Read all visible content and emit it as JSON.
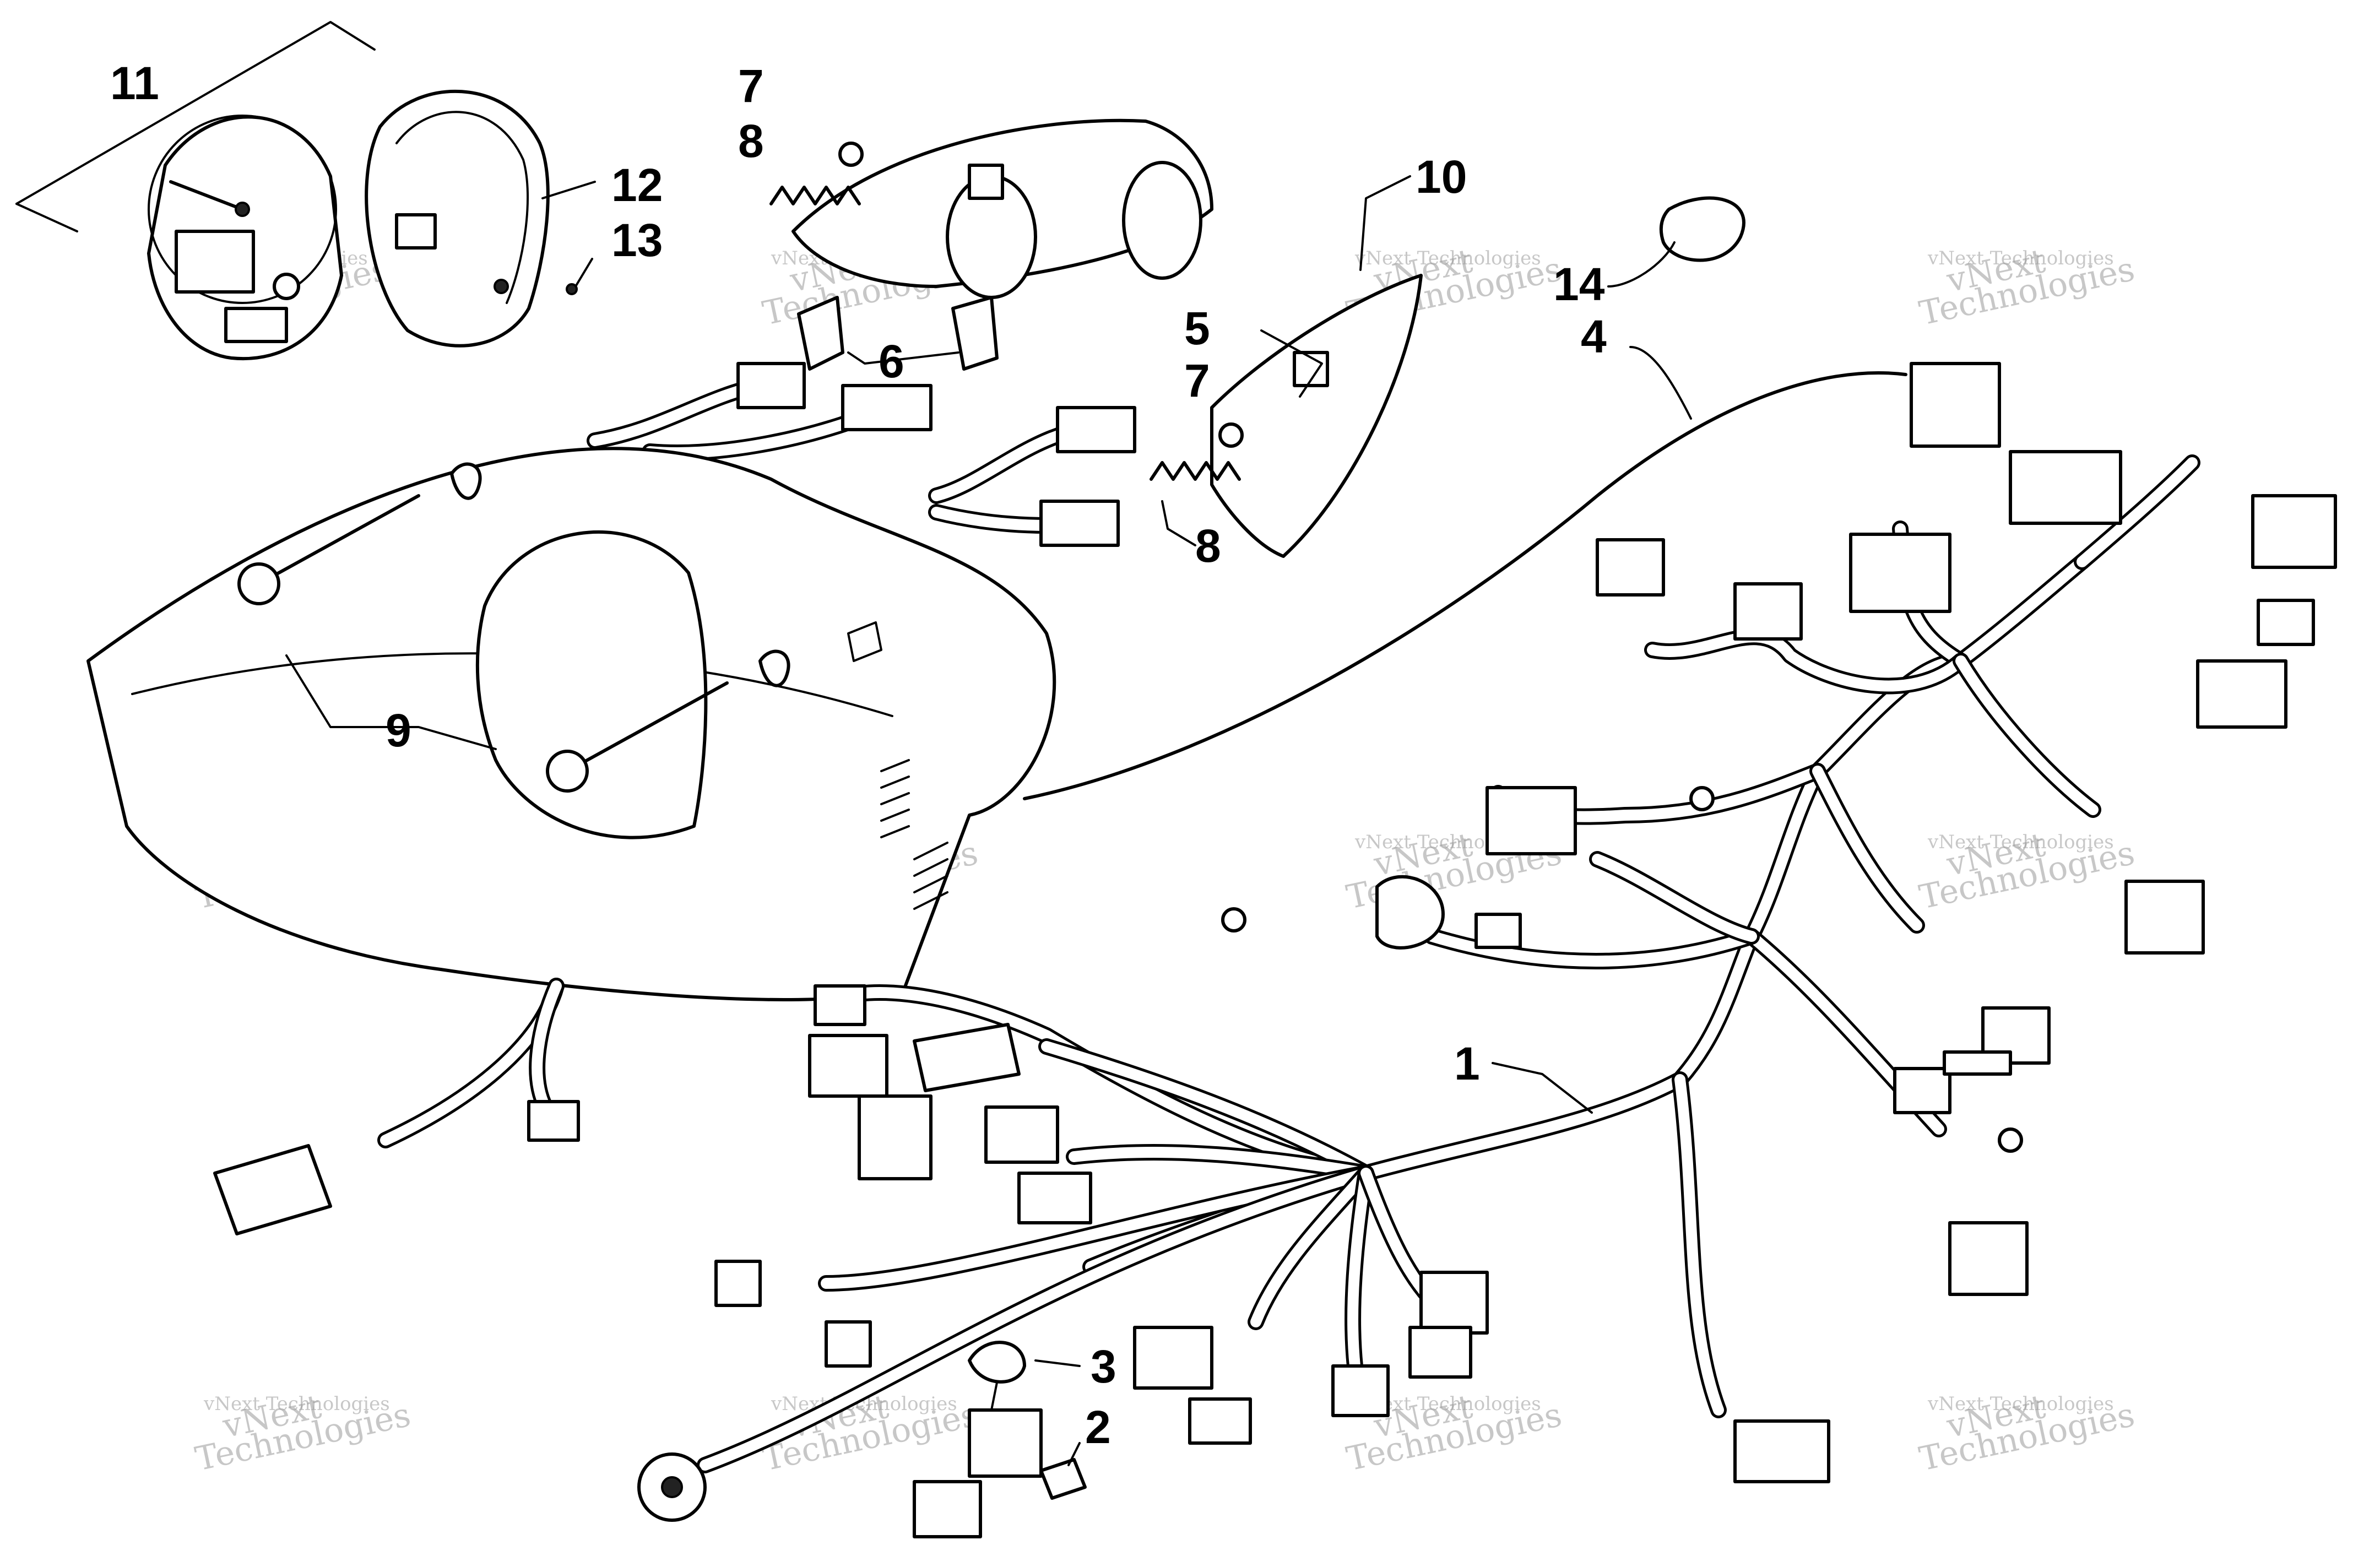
{
  "callouts": {
    "c1": "1",
    "c2": "2",
    "c3": "3",
    "c4": "4",
    "c5": "5",
    "c6": "6",
    "c7a": "7",
    "c7b": "7",
    "c8a": "8",
    "c8b": "8",
    "c9": "9",
    "c10": "10",
    "c11": "11",
    "c12": "12",
    "c13": "13",
    "c14": "14"
  },
  "watermark": {
    "line1": "vNext Technologies",
    "line2": "vNext",
    "line3": "Technologies"
  },
  "colors": {
    "ink": "#000000",
    "paper": "#ffffff",
    "watermark": "#9a9a9a"
  }
}
